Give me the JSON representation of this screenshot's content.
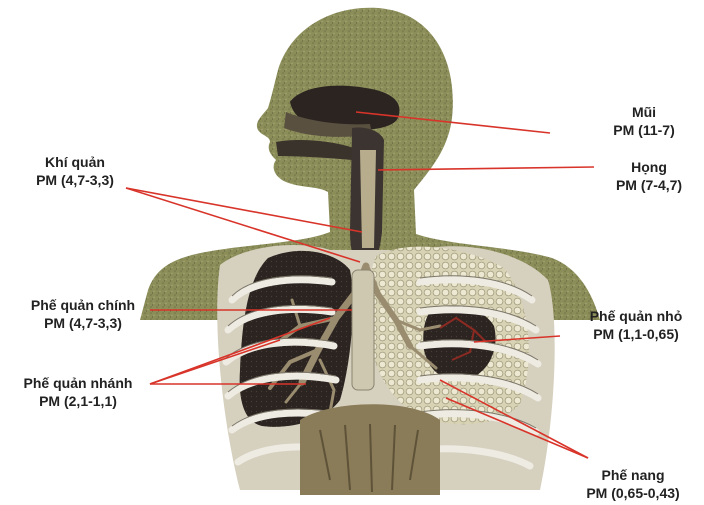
{
  "colors": {
    "silhouette": "#8c8e5a",
    "lung_dark": "#2b2421",
    "alveoli": "#d8d3b4",
    "ribs": "#e9e5dc",
    "leader_line": "#d8342a"
  },
  "labels": {
    "mui": {
      "title": "Mũi",
      "value": "PM (11-7)"
    },
    "hong": {
      "title": "Họng",
      "value": "PM (7-4,7)"
    },
    "khi_quan": {
      "title": "Khí quản",
      "value": "PM (4,7-3,3)"
    },
    "pq_chinh": {
      "title": "Phế quản chính",
      "value": "PM (4,7-3,3)"
    },
    "pq_nhanh": {
      "title": "Phế quản nhánh",
      "value": "PM (2,1-1,1)"
    },
    "pq_nho": {
      "title": "Phế quản nhỏ",
      "value": "PM (1,1-0,65)"
    },
    "phe_nang": {
      "title": "Phế nang",
      "value": "PM (0,65-0,43)"
    }
  }
}
